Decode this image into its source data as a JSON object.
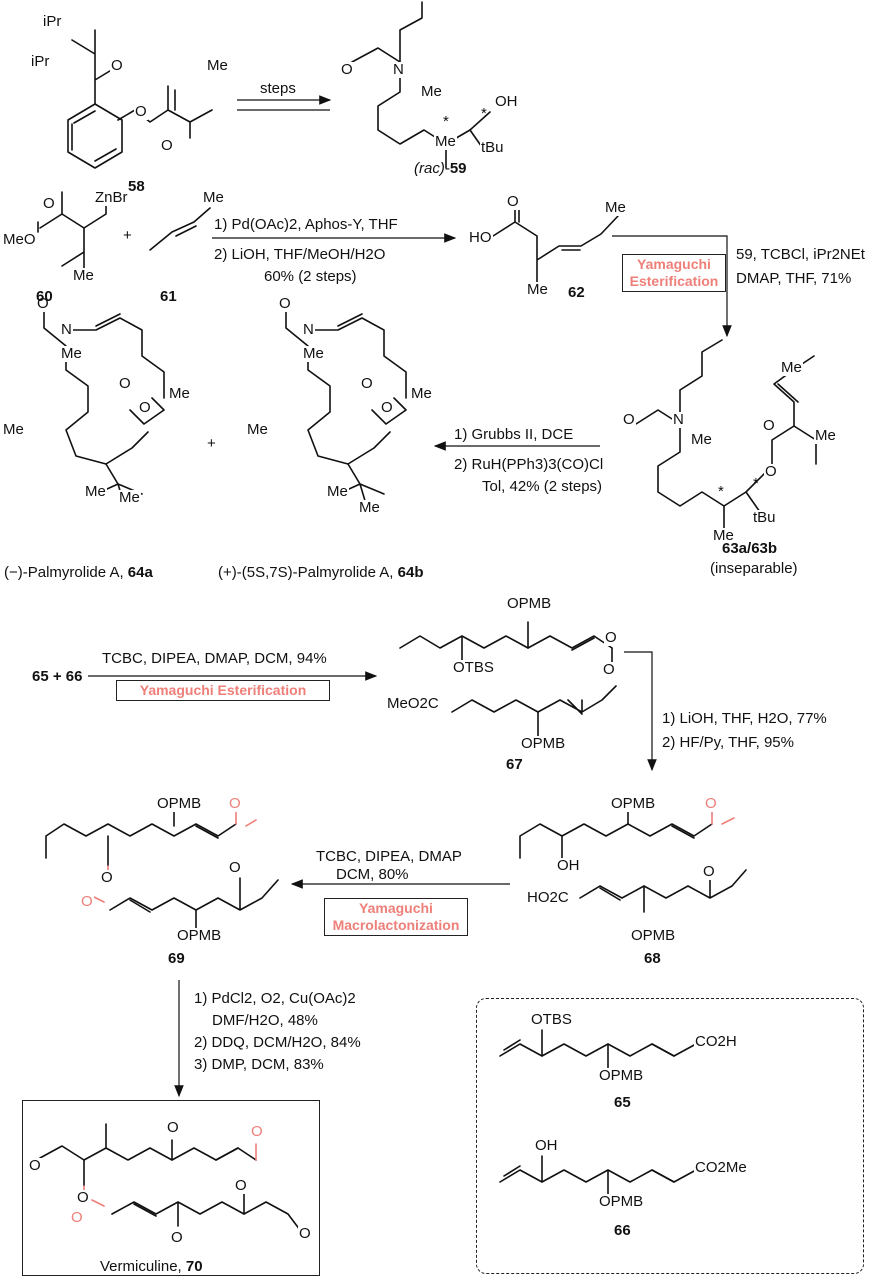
{
  "compounds": {
    "c58": "58",
    "c59_pre": "(rac)-",
    "c59": "59",
    "c60": "60",
    "c61": "61",
    "c62": "62",
    "c63": "63a/63b",
    "c63_note": "(inseparable)",
    "c64a_name": "(−)-Palmyrolide A, ",
    "c64a": "64a",
    "c64b_name": "(+)-(5S,7S)-Palmyrolide A, ",
    "c64b": "64b",
    "c65": "65",
    "c66": "66",
    "c67": "67",
    "c68": "68",
    "c69": "69",
    "c70_name": "Vermiculine, ",
    "c70": "70"
  },
  "conditions": {
    "steps": "steps",
    "r1_line1": "1) Pd(OAc)2, Aphos-Y, THF",
    "r1_line2": "2) LiOH, THF/MeOH/H2O",
    "r1_line3": "60% (2 steps)",
    "r2_line1": "59, TCBCl, iPr2NEt",
    "r2_line2": "DMAP, THF, 71%",
    "r3_line1": "1) Grubbs II, DCE",
    "r3_line2": "2) RuH(PPh3)3(CO)Cl",
    "r3_line3": "Tol, 42% (2 steps)",
    "r4_reactants": "65 + 66",
    "r4_line1": "TCBC, DIPEA, DMAP, DCM, 94%",
    "r5_line1": "1) LiOH, THF, H2O, 77%",
    "r5_line2": "2) HF/Py, THF, 95%",
    "r6_line1": "TCBC, DIPEA, DMAP",
    "r6_line2": "DCM, 80%",
    "r7_line1": "1) PdCl2, O2, Cu(OAc)2",
    "r7_line2": "DMF/H2O, 48%",
    "r7_line3": "2) DDQ, DCM/H2O, 84%",
    "r7_line4": "3) DMP, DCM, 83%"
  },
  "boxes": {
    "yamaguchi_1": "Yamaguchi Esterification",
    "yamaguchi_2": "Yamaguchi Esterification",
    "yamaguchi_3": "Yamaguchi Macrolactonization"
  },
  "atom_labels": {
    "iPr": "iPr",
    "O": "O",
    "Me": "Me",
    "N": "N",
    "OH": "OH",
    "tBu": "tBu",
    "ZnBr": "ZnBr",
    "MeO": "MeO",
    "HO": "HO",
    "OPMB": "OPMB",
    "OTBS": "OTBS",
    "MeO2C": "MeO2C",
    "HO2C": "HO2C",
    "CO2H": "CO2H",
    "CO2Me": "CO2Me",
    "plus": "+",
    "star": "*"
  },
  "colors": {
    "highlight": "#ee7f79",
    "ink": "#111111"
  }
}
